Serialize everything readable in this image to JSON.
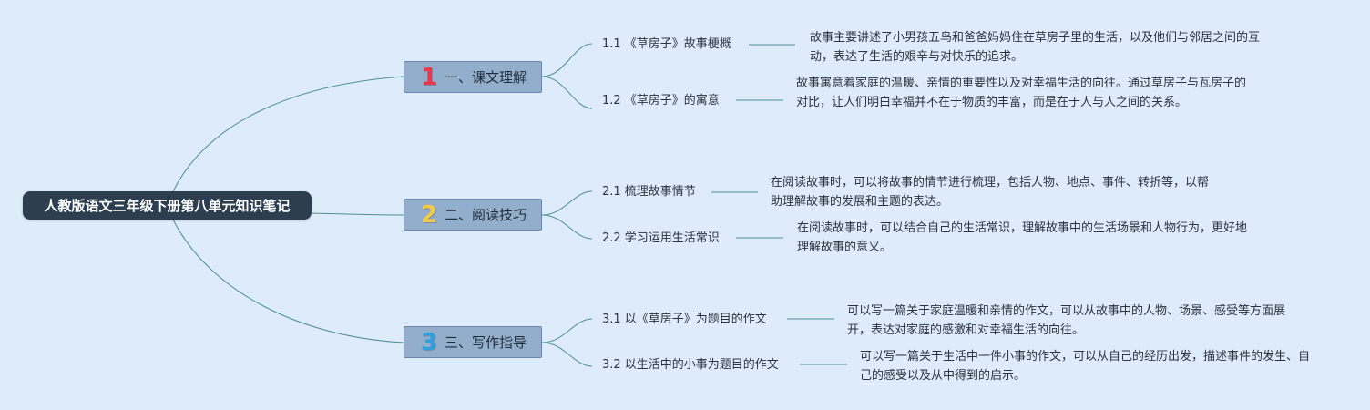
{
  "root": {
    "label": "人教版语文三年级下册第八单元知识笔记"
  },
  "colors": {
    "background": "#deebfb",
    "root_fill": "#2c3e50",
    "branch_fill": "#93aecb",
    "line": "#4f8f93",
    "badge_1": "#e53950",
    "badge_2": "#f2cb48",
    "badge_3": "#2f9fe0"
  },
  "branches": [
    {
      "number": "1",
      "label": "一、课文理解",
      "children": [
        {
          "label": "1.1 《草房子》故事梗概",
          "note": "故事主要讲述了小男孩五鸟和爸爸妈妈住在草房子里的生活，以及他们与邻居之间的互动，表达了生活的艰辛与对快乐的追求。"
        },
        {
          "label": "1.2 《草房子》的寓意",
          "note": "故事寓意着家庭的温暖、亲情的重要性以及对幸福生活的向往。通过草房子与瓦房子的对比，让人们明白幸福并不在于物质的丰富，而是在于人与人之间的关系。"
        }
      ]
    },
    {
      "number": "2",
      "label": "二、阅读技巧",
      "children": [
        {
          "label": "2.1 梳理故事情节",
          "note": "在阅读故事时，可以将故事的情节进行梳理，包括人物、地点、事件、转折等，以帮助理解故事的发展和主题的表达。"
        },
        {
          "label": "2.2 学习运用生活常识",
          "note": "在阅读故事时，可以结合自己的生活常识，理解故事中的生活场景和人物行为，更好地理解故事的意义。"
        }
      ]
    },
    {
      "number": "3",
      "label": "三、写作指导",
      "children": [
        {
          "label": "3.1 以《草房子》为题目的作文",
          "note": "可以写一篇关于家庭温暖和亲情的作文，可以从故事中的人物、场景、感受等方面展开，表达对家庭的感激和对幸福生活的向往。"
        },
        {
          "label": "3.2 以生活中的小事为题目的作文",
          "note": "可以写一篇关于生活中一件小事的作文，可以从自己的经历出发，描述事件的发生、自己的感受以及从中得到的启示。"
        }
      ]
    }
  ]
}
